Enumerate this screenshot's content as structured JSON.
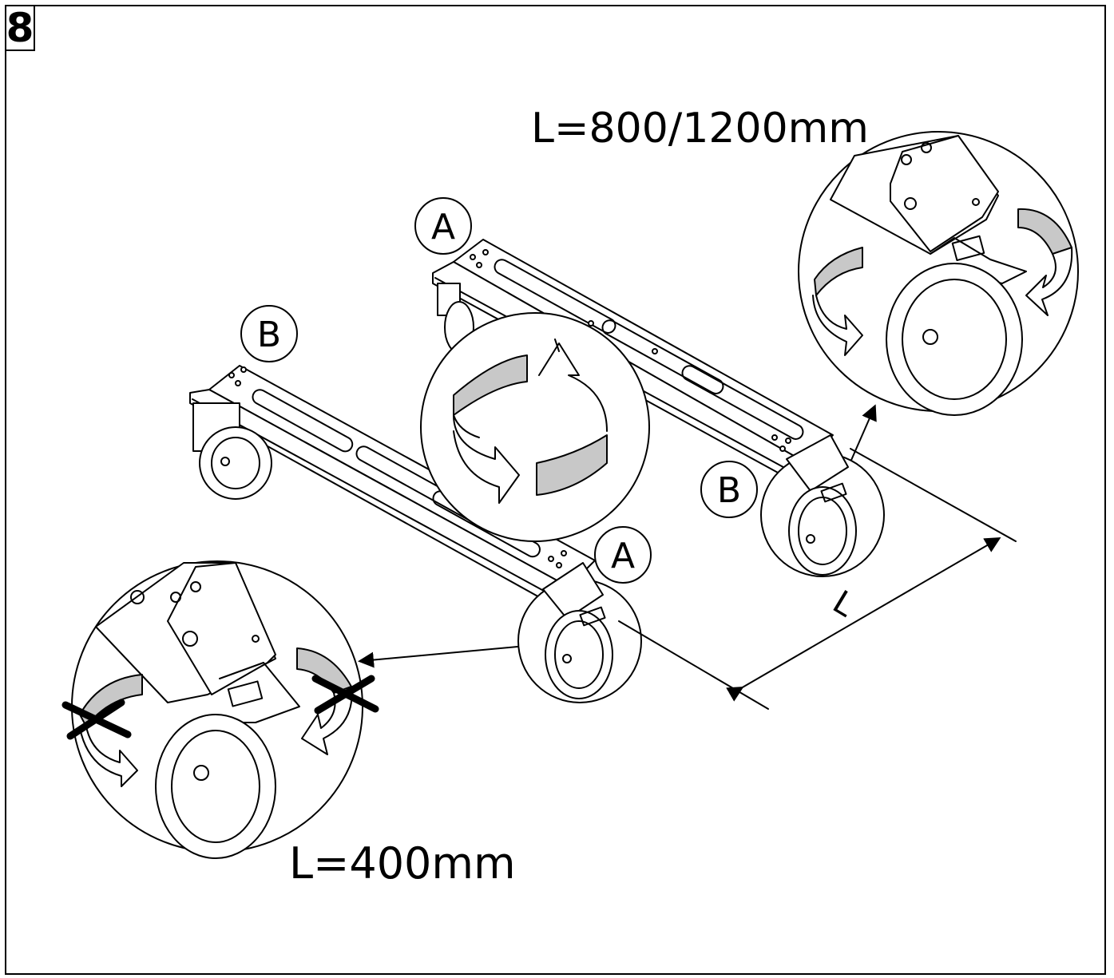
{
  "step_number": "8",
  "labels": {
    "length_long": "L=800/1200mm",
    "length_short": "L=400mm",
    "dimension_symbol": "L",
    "part_a": "A",
    "part_b": "B"
  },
  "colors": {
    "line": "#000000",
    "arrow_fill": "#c8c8c8",
    "background": "#ffffff"
  }
}
